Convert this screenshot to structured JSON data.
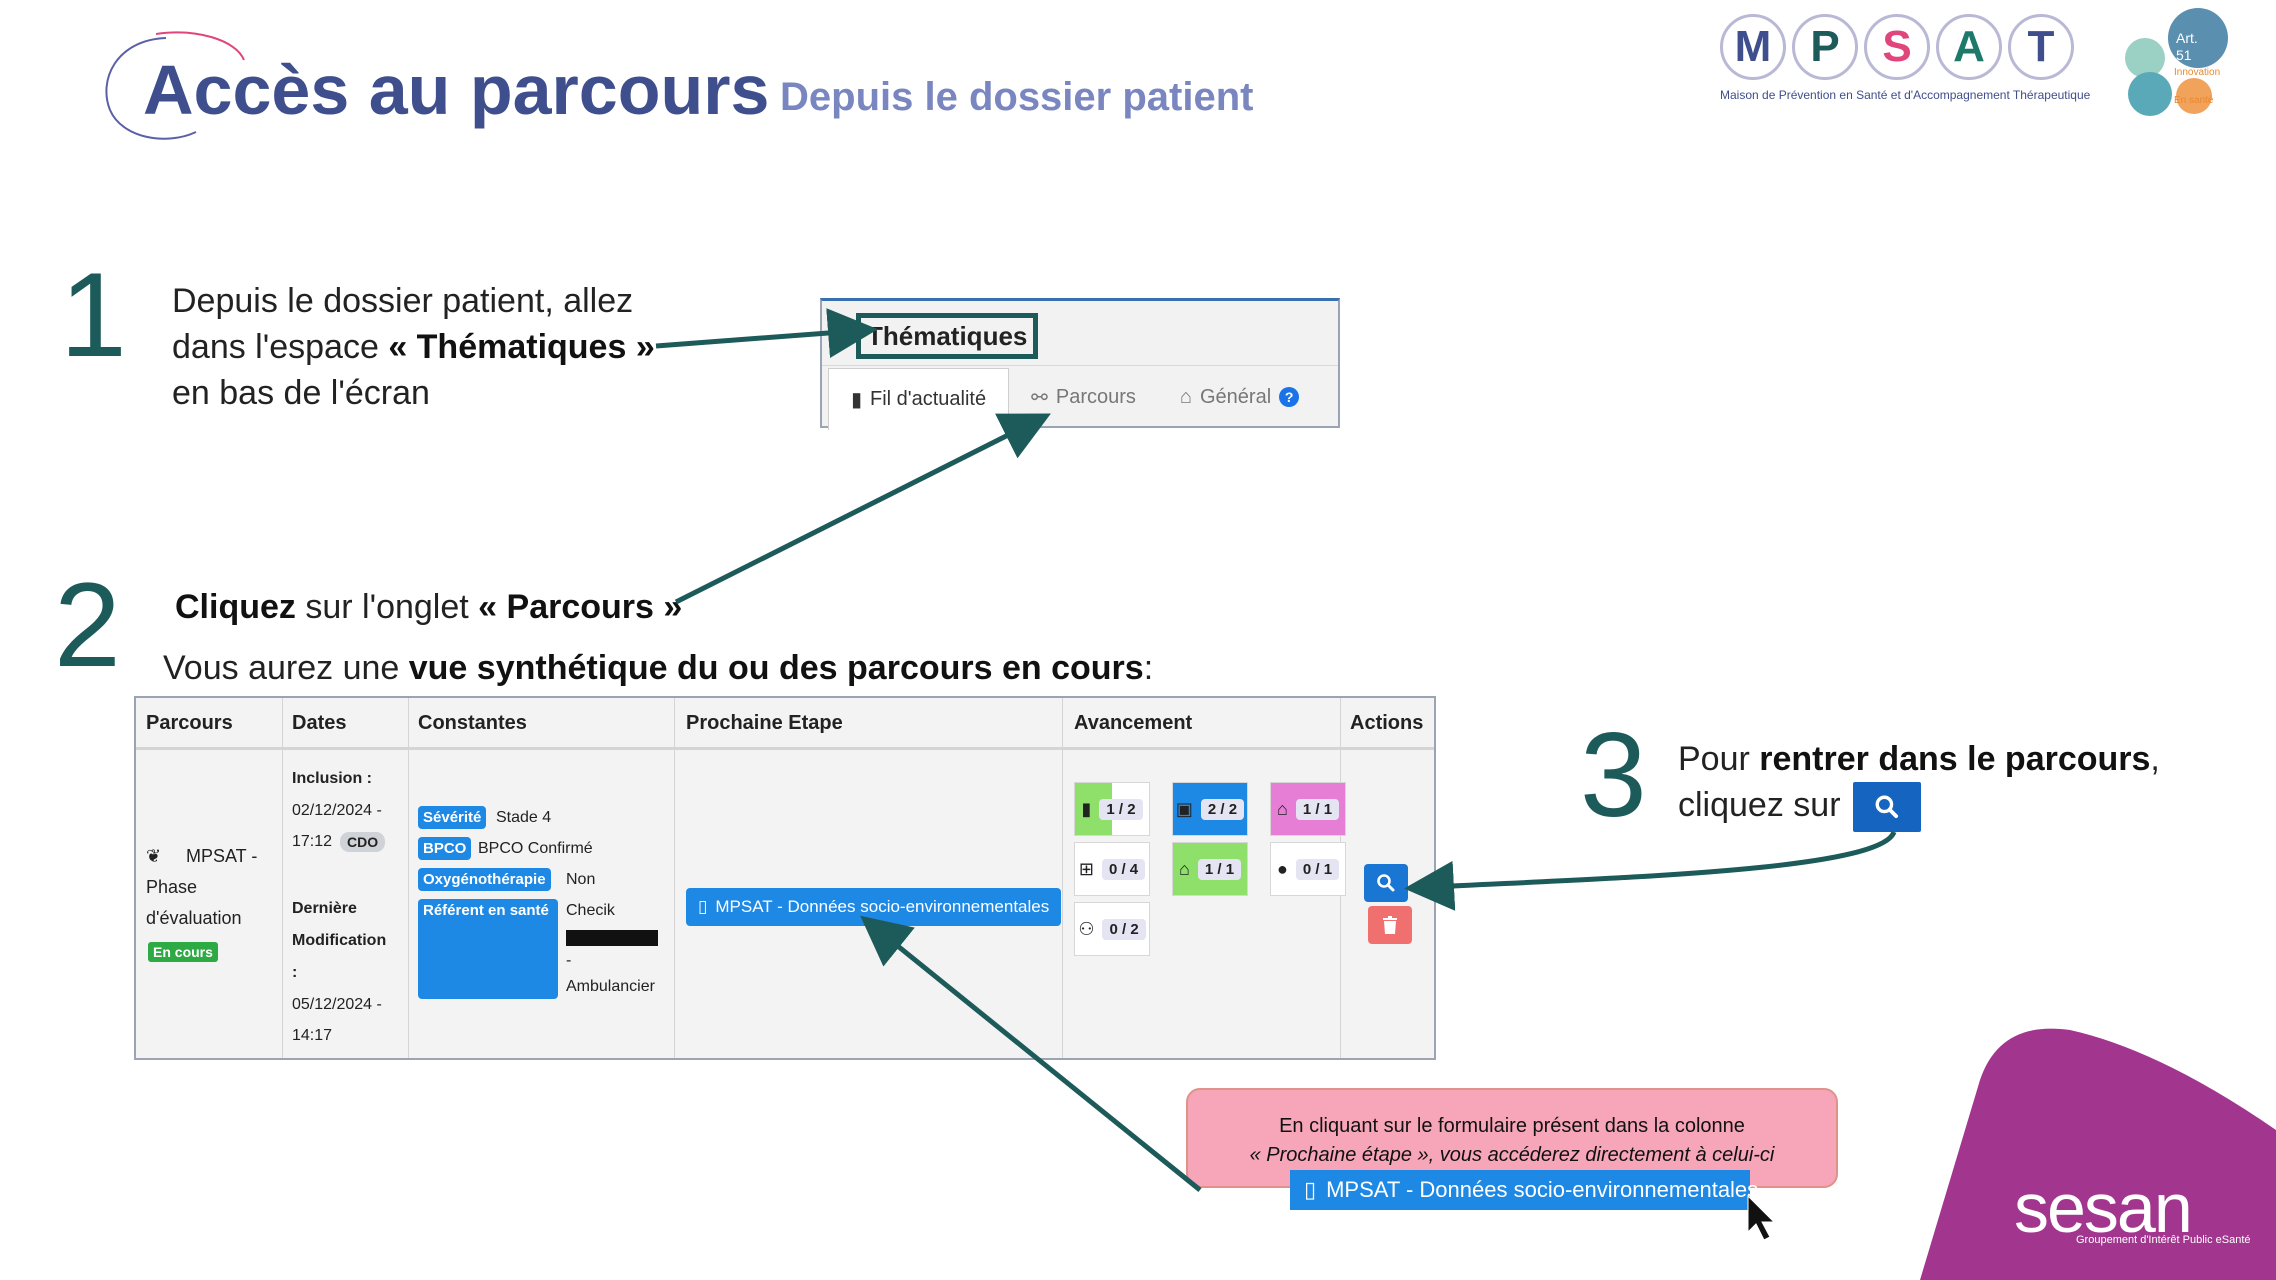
{
  "header": {
    "title": "Accès au parcours",
    "subtitle": "Depuis le dossier patient",
    "logo_letters": [
      "M",
      "P",
      "S",
      "A",
      "T"
    ],
    "logo_letter_colors": [
      "#3f4e8c",
      "#1d5a5a",
      "#e0457b",
      "#1d7a6a",
      "#3f4e8c"
    ],
    "logo_caption": "Maison de Prévention en Santé et d'Accompagnement Thérapeutique",
    "art_logo": {
      "line1": "Art.",
      "line2": "51",
      "line3": "Innovation",
      "line4": "En santé"
    }
  },
  "steps": {
    "s1": {
      "number": "1",
      "line1": "Depuis le dossier patient, allez",
      "line2_pre": "dans l'espace ",
      "line2_bold": "« Thématiques »",
      "line3": "en bas de l'écran"
    },
    "s2": {
      "number": "2",
      "bold1": "Cliquez",
      "mid": " sur l'onglet ",
      "bold2": "« Parcours »",
      "sub_pre": "Vous aurez une ",
      "sub_bold": "vue synthétique du ou des parcours en cours",
      "sub_post": ":"
    },
    "s3": {
      "number": "3",
      "line1_pre": "Pour ",
      "line1_bold": "rentrer dans le parcours",
      "line1_post": ",",
      "line2": "cliquez sur"
    }
  },
  "thematiques": {
    "heading": "Thématiques",
    "tabs": [
      {
        "label": "Fil d'actualité",
        "icon": "book-icon",
        "active": true
      },
      {
        "label": "Parcours",
        "icon": "route-icon",
        "active": false
      },
      {
        "label": "Général",
        "icon": "home-icon",
        "active": false,
        "help": "?"
      }
    ]
  },
  "table": {
    "headers": [
      "Parcours",
      "Dates",
      "Constantes",
      "Prochaine Etape",
      "Avancement",
      "Actions"
    ],
    "row": {
      "parcours": {
        "line1": "MPSAT -",
        "line2": "Phase",
        "line3": "d'évaluation",
        "status": "En cours"
      },
      "dates": {
        "inclusion_label": "Inclusion :",
        "inclusion_date": "02/12/2024 -",
        "inclusion_time": "17:12",
        "inclusion_badge": "CDO",
        "modif_label1": "Dernière",
        "modif_label2": "Modification",
        "modif_label3": ":",
        "modif_date": "05/12/2024 -",
        "modif_time": "14:17"
      },
      "constantes": [
        {
          "tag": "Sévérité",
          "value": "Stade 4"
        },
        {
          "tag": "BPCO",
          "value": "BPCO Confirmé"
        },
        {
          "tag": "Oxygénothérapie",
          "value": "Non"
        },
        {
          "tag": "Référent en santé",
          "value": "Checik",
          "value2": "-",
          "value3": "Ambulancier"
        }
      ],
      "next_step": "MPSAT - Données socio-environnementales",
      "avancement": [
        {
          "icon": "book-icon",
          "count": "1 / 2",
          "fill": "#8fe06a",
          "fill_pct": 50
        },
        {
          "icon": "clipboard-icon",
          "count": "2 / 2",
          "fill": "#1e88e5",
          "fill_pct": 100
        },
        {
          "icon": "house-icon",
          "count": "1 / 1",
          "fill": "#e77ed6",
          "fill_pct": 100
        },
        {
          "icon": "medkit-icon",
          "count": "0 / 4",
          "fill": "#ffffff",
          "fill_pct": 0
        },
        {
          "icon": "house-icon",
          "count": "1 / 1",
          "fill": "#8fe06a",
          "fill_pct": 100
        },
        {
          "icon": "user-icon",
          "count": "0 / 1",
          "fill": "#ffffff",
          "fill_pct": 0
        },
        {
          "icon": "users-icon",
          "count": "0 / 2",
          "fill": "#ffffff",
          "fill_pct": 0
        }
      ]
    }
  },
  "note": {
    "line1": "En cliquant sur le formulaire présent dans la colonne",
    "line2": "« Prochaine étape », vous accéderez directement à celui-ci",
    "button": "MPSAT - Données socio-environnementales"
  },
  "sesan": {
    "name": "sesan",
    "caption": "Groupement d'Intérêt Public eSanté"
  },
  "colors": {
    "accent": "#3f4e8c",
    "teal": "#1d5a5a",
    "button_blue": "#1e88e5",
    "sesan_purple": "#a2368f"
  }
}
